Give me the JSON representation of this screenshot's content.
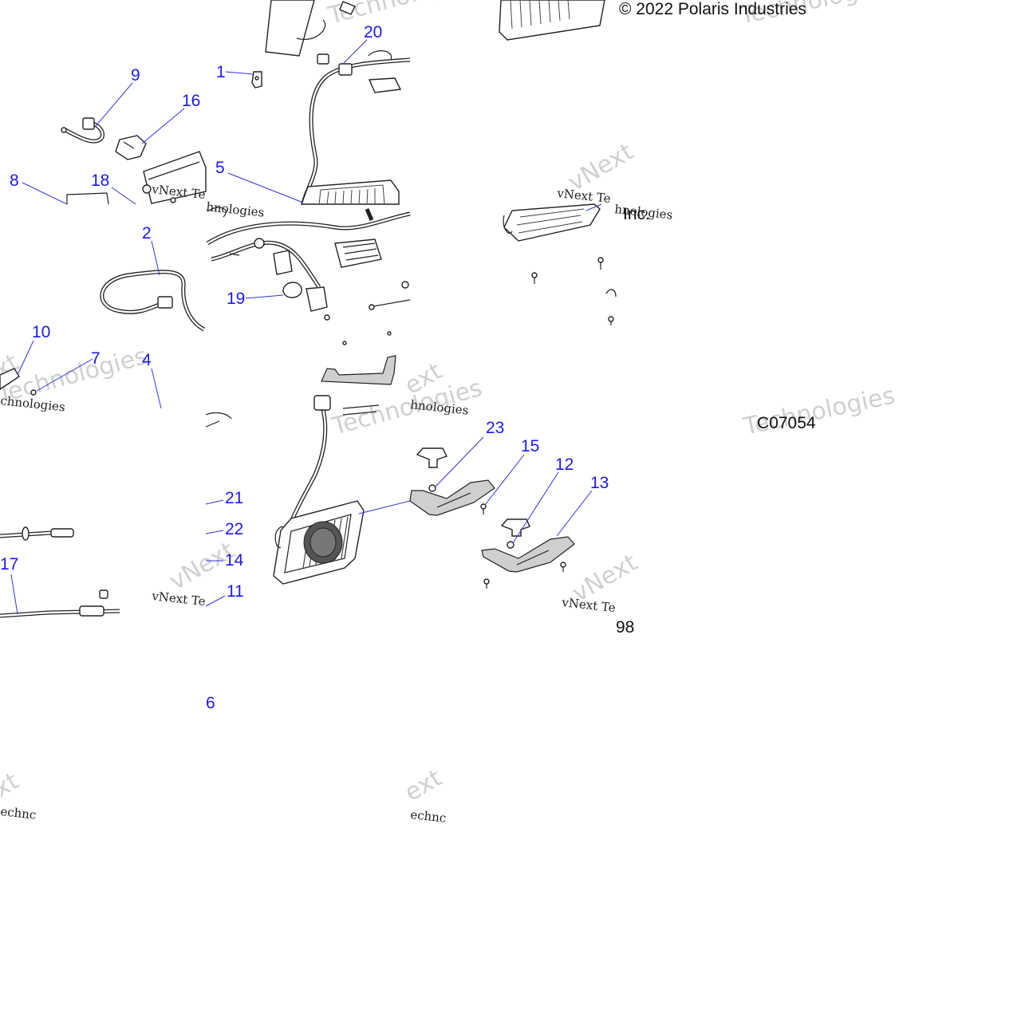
{
  "copyright": "© 2022 Polaris Industries",
  "copyright_suffix": "Inc.",
  "figure_code": "C07054",
  "page_number": "98",
  "watermark": {
    "line1": "vNext",
    "line2": "Technologies",
    "fragments": [
      "vNext Te",
      "chnologies",
      "hnologies",
      "Techn",
      "xt",
      "ext",
      "echnc"
    ]
  },
  "callouts": {
    "c1": "1",
    "c2": "2",
    "c4": "4",
    "c5": "5",
    "c6": "6",
    "c7": "7",
    "c8": "8",
    "c9": "9",
    "c10": "10",
    "c11": "11",
    "c12": "12",
    "c13": "13",
    "c14": "14",
    "c15": "15",
    "c16": "16",
    "c17": "17",
    "c18": "18",
    "c19": "19",
    "c20": "20",
    "c21": "21",
    "c22": "22",
    "c23": "23"
  },
  "colors": {
    "callout": "#1a1aee",
    "line": "#222222",
    "shading": "#cfcfcf"
  }
}
